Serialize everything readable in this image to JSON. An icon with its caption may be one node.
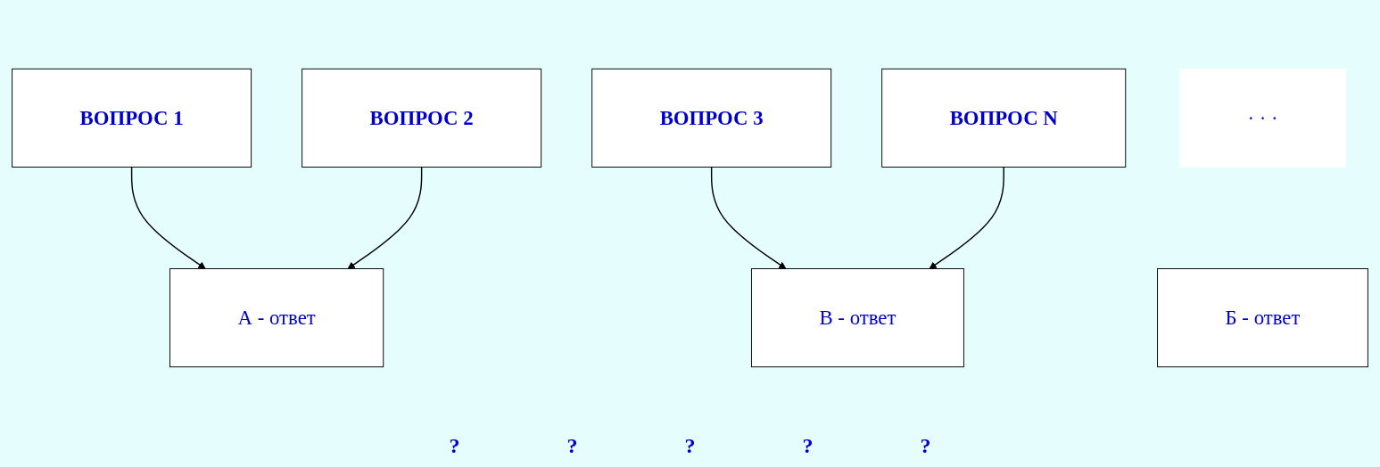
{
  "diagram": {
    "nodes": [
      {
        "text": [
          "ВОПРОС 1"
        ]
      },
      {
        "text": [
          "ВОПРОС 2"
        ]
      },
      {
        "text": [
          "ВОПРОС 3"
        ]
      },
      {
        "text": [
          "· · ·"
        ]
      },
      {
        "text": [
          "ВОПРОС N"
        ]
      },
      {
        "text": [
          "А - ответ"
        ]
      },
      {
        "text": [
          "Б - ответ"
        ]
      },
      {
        "text": [
          "В - ответ"
        ]
      }
    ],
    "edges": [
      {
        "from": 0,
        "to": 5,
        "arrow": "to"
      },
      {
        "from": 1,
        "to": 5,
        "arrow": "to"
      },
      {
        "from": 2,
        "to": 7,
        "arrow": "to"
      },
      {
        "from": 4,
        "to": 7,
        "arrow": "to"
      }
    ],
    "labels": [
      "?",
      "?",
      "?",
      "?",
      "?"
    ]
  }
}
